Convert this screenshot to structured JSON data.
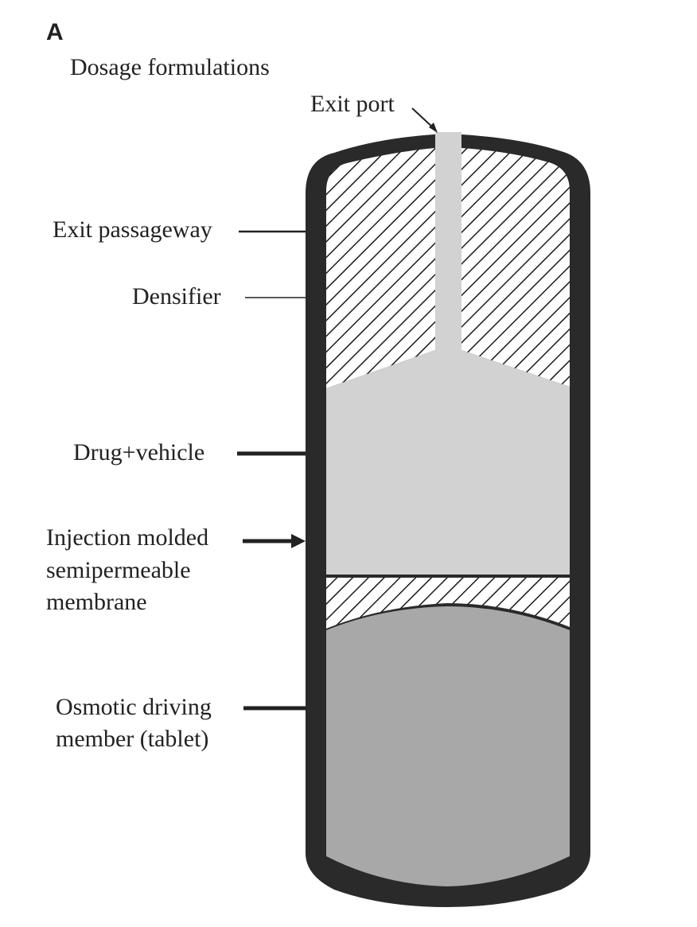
{
  "panel_letter": "A",
  "title": "Dosage formulations",
  "labels": {
    "exit_port": "Exit port",
    "exit_passageway": "Exit passageway",
    "densifier": "Densifier",
    "drug_vehicle": "Drug+vehicle",
    "membrane_line1": "Injection molded",
    "membrane_line2": "semipermeable",
    "membrane_line3": "membrane",
    "osmotic_line1": "Osmotic driving",
    "osmotic_line2": "member (tablet)"
  },
  "colors": {
    "shell": "#2a2a2a",
    "drug_vehicle_fill": "#d2d2d2",
    "osmotic_fill": "#a8a8a8",
    "hatch": "#1a1a1a",
    "text": "#222222"
  }
}
